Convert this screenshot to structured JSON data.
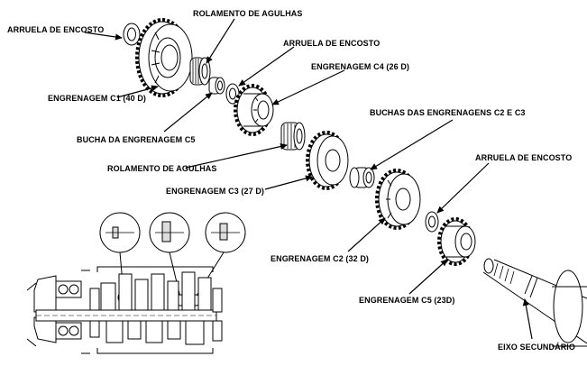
{
  "diagram": {
    "labels": {
      "thrust_washer_top_left": "ARRUELA DE ENCOSTO",
      "needle_bearing_top": "ROLAMENTO DE AGULHAS",
      "thrust_washer_top_mid": "ARRUELA DE ENCOSTO",
      "gear_c4": "ENGRENAGEM C4 (26 D)",
      "gear_c1": "ENGRENAGEM C1 (40 D)",
      "bushings_c2_c3": "BUCHAS DAS ENGRENAGENS C2 E C3",
      "bushing_c5": "BUCHA DA ENGRENAGEM C5",
      "thrust_washer_right": "ARRUELA DE ENCOSTO",
      "needle_bearing_mid": "ROLAMENTO DE AGULHAS",
      "gear_c3": "ENGRENAGEM C3 (27 D)",
      "gear_c2": "ENGRENAGEM C2 (32 D)",
      "gear_c5": "ENGRENAGEM C5 (23D)",
      "countershaft": "EIXO SECUNDÁRIO"
    }
  }
}
